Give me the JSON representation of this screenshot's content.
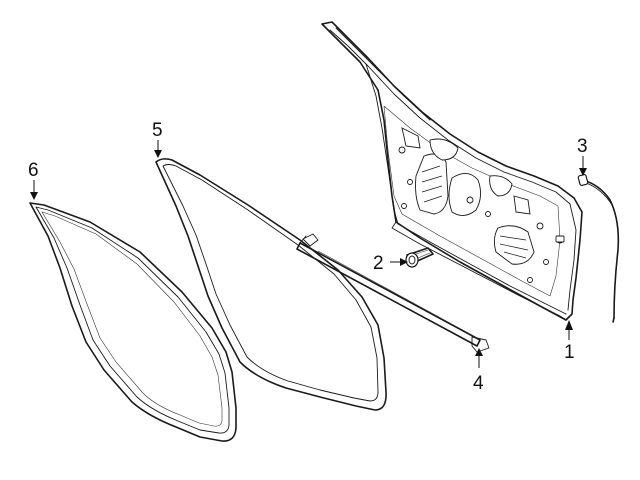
{
  "callouts": [
    {
      "id": "1",
      "label": "1",
      "part": "door-shell"
    },
    {
      "id": "2",
      "label": "2",
      "part": "bolt"
    },
    {
      "id": "3",
      "label": "3",
      "part": "wire-harness"
    },
    {
      "id": "4",
      "label": "4",
      "part": "lower-seal-strip"
    },
    {
      "id": "5",
      "label": "5",
      "part": "body-side-weatherstrip"
    },
    {
      "id": "6",
      "label": "6",
      "part": "door-weatherstrip"
    }
  ]
}
